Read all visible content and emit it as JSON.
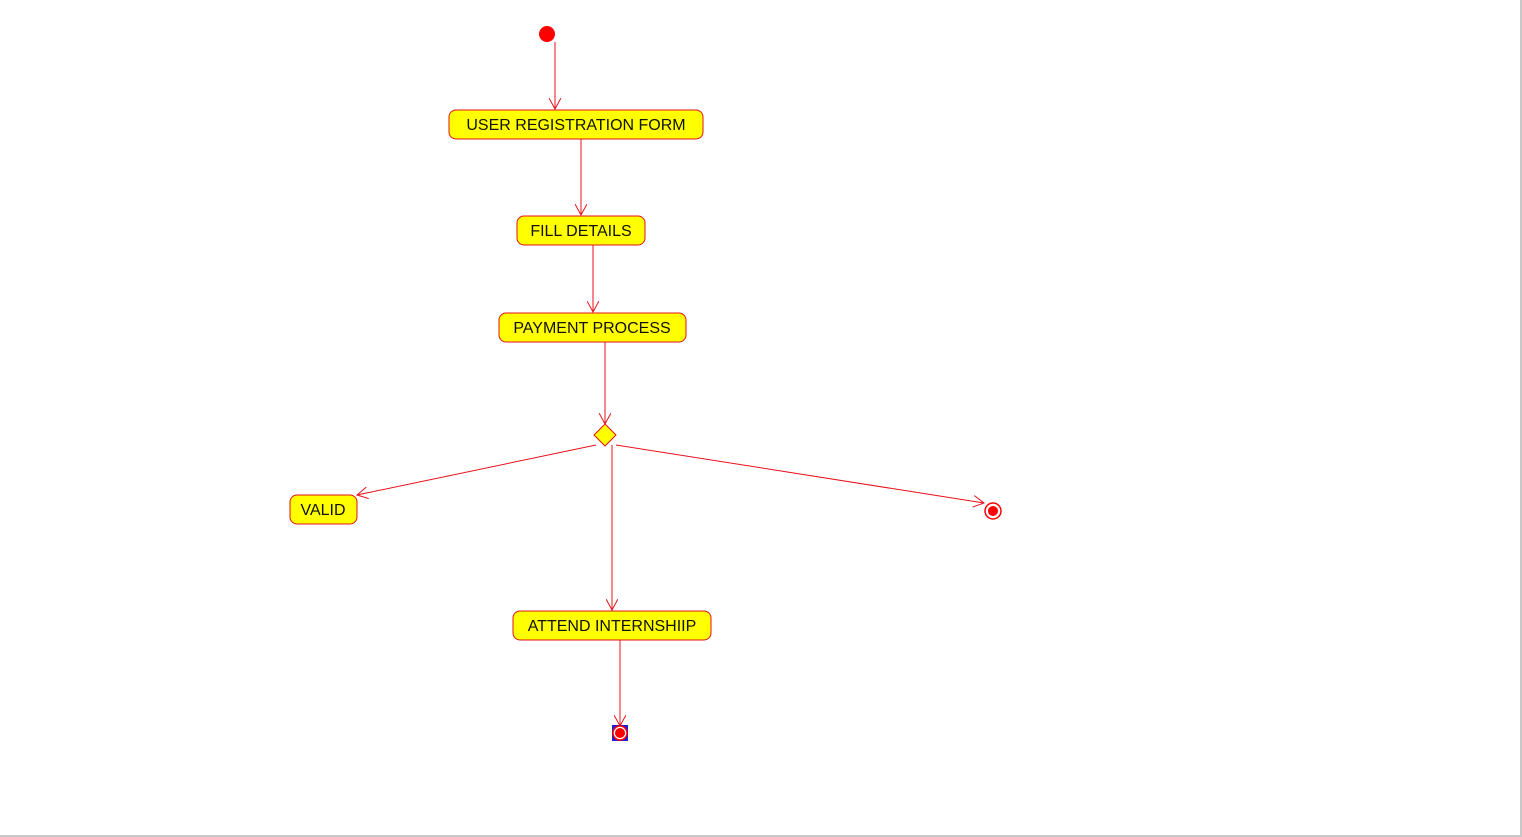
{
  "diagram": {
    "type": "uml-activity-diagram",
    "colors": {
      "action_fill": "#ffff00",
      "action_stroke": "#e0101a",
      "flow": "#e8101a",
      "node_red": "#ff0000",
      "final_marker_bg": "#1f1fd0"
    },
    "actions": {
      "user_registration_form": "USER REGISTRATION FORM",
      "fill_details": "FILL DETAILS",
      "payment_process": "PAYMENT PROCESS",
      "valid": "VALID",
      "attend_internship": "ATTEND INTERNSHIIP"
    },
    "nodes": {
      "initial": "initial-node",
      "decision": "decision-node",
      "final_right": "activity-final-node",
      "final_bottom": "activity-final-node"
    },
    "flows": [
      {
        "from": "initial",
        "to": "user_registration_form"
      },
      {
        "from": "user_registration_form",
        "to": "fill_details"
      },
      {
        "from": "fill_details",
        "to": "payment_process"
      },
      {
        "from": "payment_process",
        "to": "decision"
      },
      {
        "from": "decision",
        "to": "valid"
      },
      {
        "from": "decision",
        "to": "attend_internship"
      },
      {
        "from": "decision",
        "to": "final_right"
      },
      {
        "from": "attend_internship",
        "to": "final_bottom"
      }
    ]
  }
}
